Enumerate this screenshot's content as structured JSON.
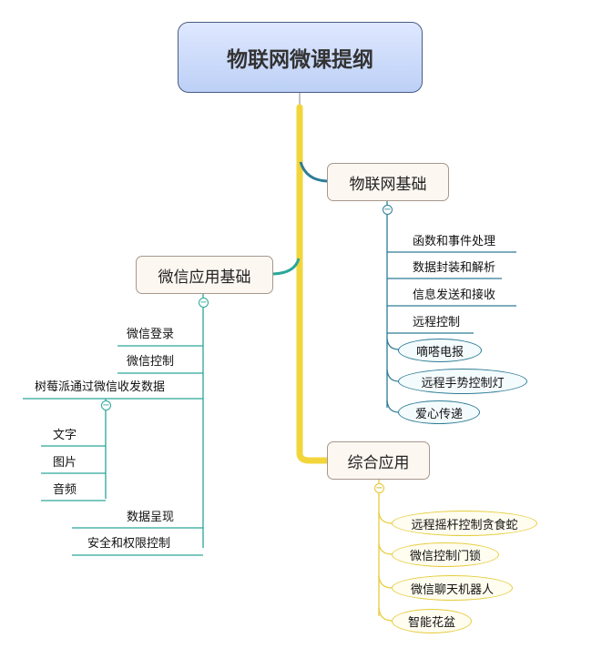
{
  "root": {
    "title": "物联网微课提纲"
  },
  "branches": {
    "iot_basics": {
      "label": "物联网基础",
      "items": [
        "函数和事件处理",
        "数据封装和解析",
        "信息发送和接收",
        "远程控制"
      ],
      "bubbles": [
        "嘀嗒电报",
        "远程手势控制灯",
        "爱心传递"
      ]
    },
    "wechat_basics": {
      "label": "微信应用基础",
      "items": [
        "微信登录",
        "微信控制",
        "树莓派通过微信收发数据",
        "数据呈现",
        "安全和权限控制"
      ],
      "sub_items": [
        "文字",
        "图片",
        "音频"
      ]
    },
    "integrated": {
      "label": "综合应用",
      "bubbles": [
        "远程摇杆控制贪食蛇",
        "微信控制门锁",
        "微信聊天机器人",
        "智能花盆"
      ]
    }
  },
  "colors": {
    "trunk": "#f2d53b",
    "iot": "#2d7c96",
    "wechat": "#2aa69a",
    "integrated": "#e6cc3d"
  },
  "collapse_symbol": "−"
}
